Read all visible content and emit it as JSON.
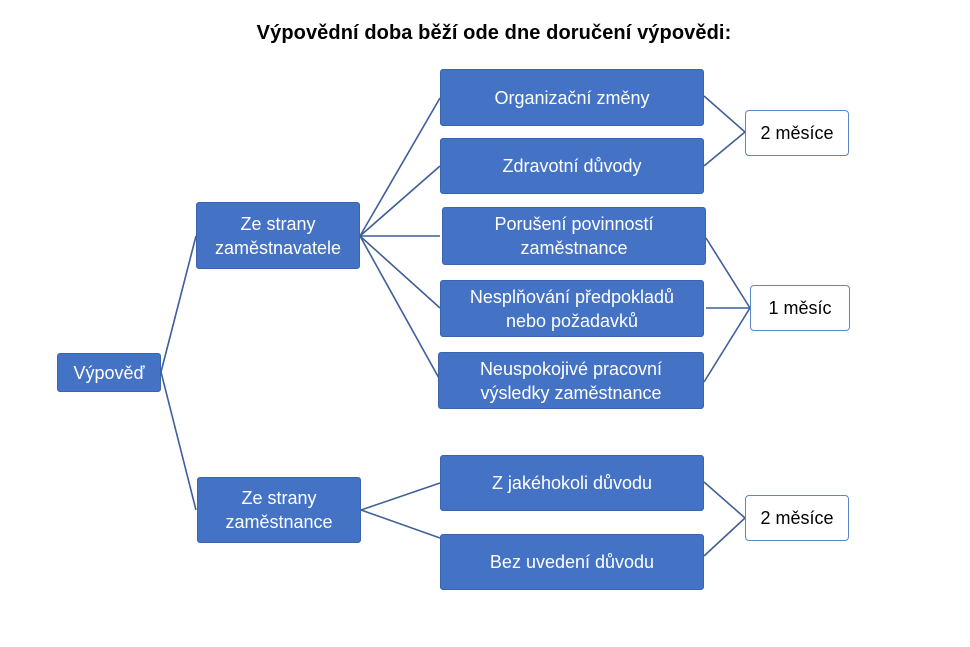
{
  "title": "Výpovědní doba běží ode dne doručení výpovědi:",
  "root": {
    "label": "Výpověď"
  },
  "branches": [
    {
      "label": "Ze strany\nzaměstnavatele",
      "reasons": [
        "Organizační změny",
        "Zdravotní důvody",
        "Porušení povinností\nzaměstnance",
        "Nesplňování předpokladů\nnebo požadavků",
        "Neuspokojivé pracovní\nvýsledky zaměstnance"
      ]
    },
    {
      "label": "Ze strany\nzaměstnance",
      "reasons": [
        "Z jakéhokoli důvodu",
        "Bez uvedení důvodu"
      ]
    }
  ],
  "periods": [
    "2 měsíce",
    "1 měsíc",
    "2 měsíce"
  ],
  "colors": {
    "box_fill": "#4472c4",
    "box_text": "#ffffff",
    "connector": "#3f5f98",
    "period_border": "#5b86c7"
  }
}
